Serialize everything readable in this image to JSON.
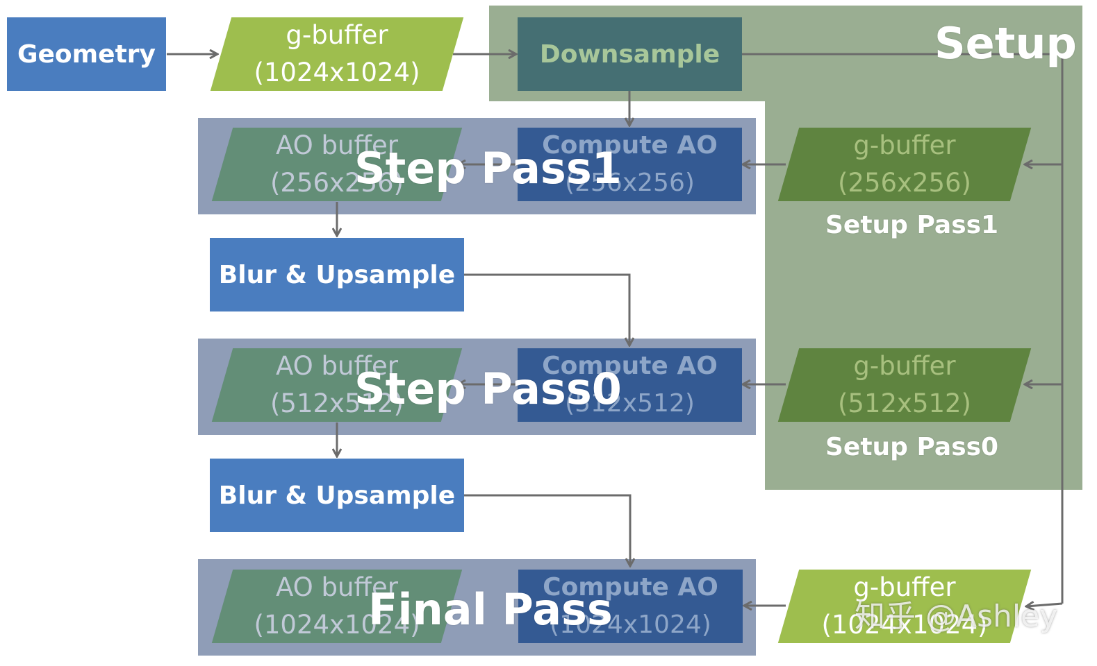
{
  "colors": {
    "setup_region": "#9aae92",
    "pass_region": "#8f9db7",
    "blue_box": "#4a7dbf",
    "green_buffer": "#9ebe4e",
    "teal_box": "#456f73",
    "dark_blue_box": "#345a93",
    "dark_green_buffer": "#5f8440",
    "arrow": "#6b6b6b"
  },
  "nodes": {
    "geometry": "Geometry",
    "gbuffer_full": {
      "line1": "g-buffer",
      "line2": "(1024x1024)"
    },
    "downsample": "Downsample",
    "setup_title": "Setup",
    "setup_pass1": {
      "buffer_line1": "g-buffer",
      "buffer_line2": "(256x256)",
      "label": "Setup Pass1"
    },
    "setup_pass0": {
      "buffer_line1": "g-buffer",
      "buffer_line2": "(512x512)",
      "label": "Setup Pass0"
    },
    "step_pass1": {
      "title": "Step Pass1",
      "ao_line1": "AO buffer",
      "ao_line2": "(256x256)",
      "compute_line1": "Compute AO",
      "compute_line2": "(256x256)"
    },
    "blur_upsample_1": "Blur & Upsample",
    "step_pass0": {
      "title": "Step Pass0",
      "ao_line1": "AO buffer",
      "ao_line2": "(512x512)",
      "compute_line1": "Compute AO",
      "compute_line2": "(512x512)"
    },
    "blur_upsample_0": "Blur & Upsample",
    "final_pass": {
      "title": "Final Pass",
      "ao_line1": "AO buffer",
      "ao_line2": "(1024x1024)",
      "compute_line1": "Compute AO",
      "compute_line2": "(1024x1024)",
      "buffer_line1": "g-buffer",
      "buffer_line2": "(1024x1024)"
    }
  },
  "watermark": "知乎 @Ashley"
}
